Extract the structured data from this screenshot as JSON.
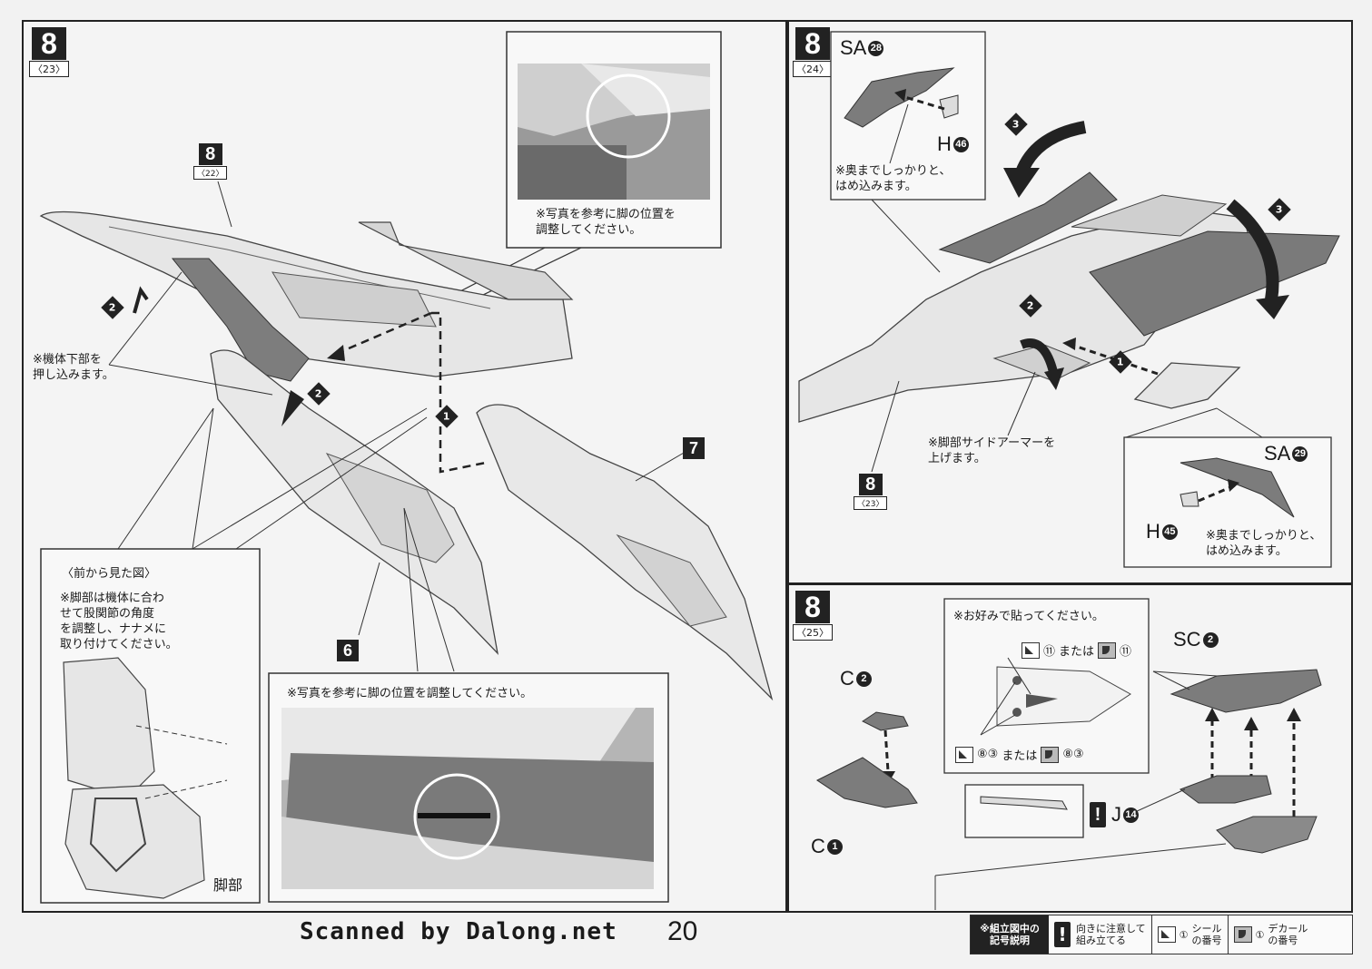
{
  "left_panel": {
    "step": "8",
    "sub": "〈23〉",
    "inset_step": "8",
    "inset_sub": "〈22〉",
    "top_callout_note": "※写真を参考に脚の位置を\n調整してください。",
    "push_note": "※機体下部を\n押し込みます。",
    "front_view_title": "〈前から見た図〉",
    "front_view_note": "※脚部は機体に合わ\nせて股関節の角度\nを調整し、ナナメに\n取り付けてください。",
    "leg_label": "脚部",
    "bottom_callout_note": "※写真を参考に脚の位置を調整してください。",
    "part_6": "6",
    "part_7": "7",
    "markers": [
      "2",
      "2",
      "1"
    ]
  },
  "right_top_panel": {
    "step": "8",
    "sub": "〈24〉",
    "sa28_label": "SA",
    "sa28_num": "28",
    "h46_label": "H",
    "h46_num": "46",
    "insert_note_1": "※奥までしっかりと、\nはめ込みます。",
    "armor_note": "※脚部サイドアーマーを\n上げます。",
    "ref_step": "8",
    "ref_sub": "〈23〉",
    "sa29_label": "SA",
    "sa29_num": "29",
    "h45_label": "H",
    "h45_num": "45",
    "insert_note_2": "※奥までしっかりと、\nはめ込みます。",
    "markers": [
      "3",
      "3",
      "2",
      "1"
    ]
  },
  "right_bottom_panel": {
    "step": "8",
    "sub": "〈25〉",
    "c2_label": "C",
    "c2_num": "2",
    "c1_label": "C",
    "c1_num": "1",
    "sticker_note": "※お好みで貼ってください。",
    "sticker_row1_num": "⑪",
    "sticker_row1_or": "または",
    "sticker_row1_num2": "⑪",
    "sticker_row2_num": "⑧③",
    "sticker_row2_or": "または",
    "sticker_row2_num2": "⑧③",
    "sc2_label": "SC",
    "sc2_num": "2",
    "j14_label": "J",
    "j14_num": "14"
  },
  "footer": {
    "scan_credit": "Scanned by Dalong.net",
    "page_number": "20",
    "legend_title": "※組立図中の\n記号説明",
    "legend_orient": "向きに注意して\n組み立てる",
    "legend_seal_num": "①",
    "legend_seal": "シール\nの番号",
    "legend_decal_num": "①",
    "legend_decal": "デカール\nの番号"
  }
}
